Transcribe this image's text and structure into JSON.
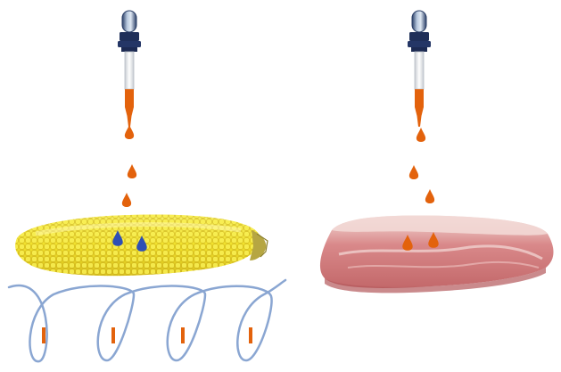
{
  "colors": {
    "dropper_bulb": "#93a9c3",
    "dropper_bulb_dark": "#2a3e66",
    "dropper_collar": "#1f2f59",
    "drop_orange": "#e3620c",
    "drop_blue": "#2e4fb5",
    "corn_yellow": "#f2e531",
    "corn_dark": "#c9ad1a",
    "husk_green": "#b6a642",
    "meat_red": "#c66a6c",
    "meat_fat": "#f0d2cf",
    "coil_line": "#8aa6d2",
    "coil_mark": "#e3620c"
  },
  "scene": {
    "left": {
      "dropper": "dropper-icon",
      "falling_drops": 3,
      "substrate": "corn-cob",
      "surface_drops": 2,
      "surface_drop_color": "blue",
      "base": "helical-coil",
      "coil_loops": 4
    },
    "right": {
      "dropper": "dropper-icon",
      "falling_drops": 3,
      "substrate": "meat-steak",
      "surface_drops": 2,
      "surface_drop_color": "orange"
    }
  }
}
